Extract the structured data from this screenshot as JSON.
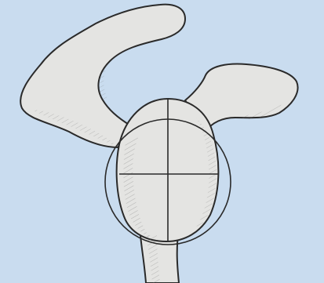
{
  "figure": {
    "subject": "glenoid-scapula-lateral-view",
    "colors": {
      "background": "#c9dcef",
      "bone_fill": "#e4e4e2",
      "bone_shade": "#c9c9c6",
      "outline": "#2a2a2a",
      "hatching": "#5e5e5e"
    },
    "overlay": {
      "shapes": [
        "best-fit-circle",
        "vertical-axis",
        "horizontal-axis"
      ]
    }
  }
}
